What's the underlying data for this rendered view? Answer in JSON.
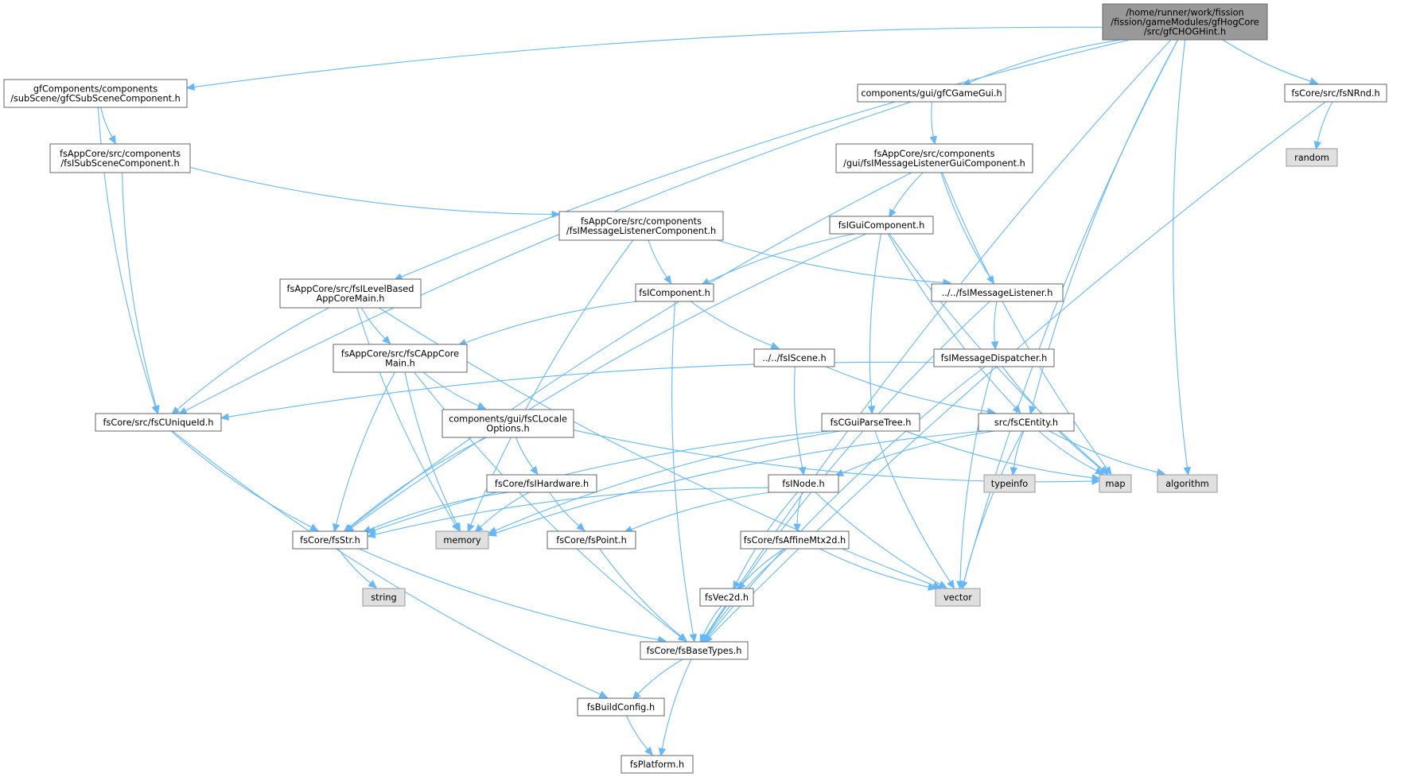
{
  "nodes": [
    {
      "id": "root",
      "lines": [
        "/home/runner/work/fission",
        "/fission/gameModules/gfHogCore",
        "/src/gfCHOGHint.h"
      ],
      "kind": "root"
    },
    {
      "id": "gfCSubScene",
      "lines": [
        "gfComponents/components",
        "/subScene/gfCSubSceneComponent.h"
      ],
      "kind": "file"
    },
    {
      "id": "gfCGameGui",
      "lines": [
        "components/gui/gfCGameGui.h"
      ],
      "kind": "file"
    },
    {
      "id": "fsNRnd",
      "lines": [
        "fsCore/src/fsNRnd.h"
      ],
      "kind": "file"
    },
    {
      "id": "random",
      "lines": [
        "random"
      ],
      "kind": "sys"
    },
    {
      "id": "fsISubScene",
      "lines": [
        "fsAppCore/src/components",
        "/fsISubSceneComponent.h"
      ],
      "kind": "file"
    },
    {
      "id": "fsIMsgListenerGui",
      "lines": [
        "fsAppCore/src/components",
        "/gui/fsIMessageListenerGuiComponent.h"
      ],
      "kind": "file"
    },
    {
      "id": "fsIGuiComponent",
      "lines": [
        "fsIGuiComponent.h"
      ],
      "kind": "file"
    },
    {
      "id": "fsIMsgListenerComp",
      "lines": [
        "fsAppCore/src/components",
        "/fsIMessageListenerComponent.h"
      ],
      "kind": "file"
    },
    {
      "id": "fsILevelBased",
      "lines": [
        "fsAppCore/src/fsILevelBased",
        "AppCoreMain.h"
      ],
      "kind": "file"
    },
    {
      "id": "fsIComponent",
      "lines": [
        "fsIComponent.h"
      ],
      "kind": "file"
    },
    {
      "id": "fsIMessageListener",
      "lines": [
        "../../fsIMessageListener.h"
      ],
      "kind": "file"
    },
    {
      "id": "fsCAppCoreMain",
      "lines": [
        "fsAppCore/src/fsCAppCore",
        "Main.h"
      ],
      "kind": "file"
    },
    {
      "id": "fsIScene",
      "lines": [
        "../../fsIScene.h"
      ],
      "kind": "file"
    },
    {
      "id": "fsIMessageDispatcher",
      "lines": [
        "fsIMessageDispatcher.h"
      ],
      "kind": "file"
    },
    {
      "id": "fsCUniqueId",
      "lines": [
        "fsCore/src/fsCUniqueId.h"
      ],
      "kind": "file"
    },
    {
      "id": "fsCLocaleOptions",
      "lines": [
        "components/gui/fsCLocale",
        "Options.h"
      ],
      "kind": "file"
    },
    {
      "id": "fsCGuiParseTree",
      "lines": [
        "fsCGuiParseTree.h"
      ],
      "kind": "file"
    },
    {
      "id": "fsCEntity",
      "lines": [
        "src/fsCEntity.h"
      ],
      "kind": "file"
    },
    {
      "id": "fsIHardware",
      "lines": [
        "fsCore/fsIHardware.h"
      ],
      "kind": "file"
    },
    {
      "id": "fsINode",
      "lines": [
        "fsINode.h"
      ],
      "kind": "file"
    },
    {
      "id": "typeinfo",
      "lines": [
        "typeinfo"
      ],
      "kind": "sys"
    },
    {
      "id": "map",
      "lines": [
        "map"
      ],
      "kind": "sys"
    },
    {
      "id": "algorithm",
      "lines": [
        "algorithm"
      ],
      "kind": "sys"
    },
    {
      "id": "fsStr",
      "lines": [
        "fsCore/fsStr.h"
      ],
      "kind": "file"
    },
    {
      "id": "memory",
      "lines": [
        "memory"
      ],
      "kind": "sys"
    },
    {
      "id": "fsPoint",
      "lines": [
        "fsCore/fsPoint.h"
      ],
      "kind": "file"
    },
    {
      "id": "fsAffineMtx2d",
      "lines": [
        "fsCore/fsAffineMtx2d.h"
      ],
      "kind": "file"
    },
    {
      "id": "string",
      "lines": [
        "string"
      ],
      "kind": "sys"
    },
    {
      "id": "vector",
      "lines": [
        "vector"
      ],
      "kind": "sys"
    },
    {
      "id": "fsVec2d",
      "lines": [
        "fsVec2d.h"
      ],
      "kind": "file"
    },
    {
      "id": "fsBaseTypes",
      "lines": [
        "fsCore/fsBaseTypes.h"
      ],
      "kind": "file"
    },
    {
      "id": "fsBuildConfig",
      "lines": [
        "fsBuildConfig.h"
      ],
      "kind": "file"
    },
    {
      "id": "fsPlatform",
      "lines": [
        "fsPlatform.h"
      ],
      "kind": "file"
    }
  ],
  "edges": [
    [
      "root",
      "gfCSubScene"
    ],
    [
      "root",
      "gfCGameGui"
    ],
    [
      "root",
      "fsNRnd"
    ],
    [
      "root",
      "fsILevelBased"
    ],
    [
      "root",
      "fsCEntity"
    ],
    [
      "root",
      "algorithm"
    ],
    [
      "root",
      "vector"
    ],
    [
      "root",
      "fsBaseTypes"
    ],
    [
      "fsNRnd",
      "random"
    ],
    [
      "fsNRnd",
      "fsBaseTypes"
    ],
    [
      "gfCSubScene",
      "fsISubScene"
    ],
    [
      "gfCSubScene",
      "fsCUniqueId"
    ],
    [
      "gfCGameGui",
      "fsIMsgListenerGui"
    ],
    [
      "gfCGameGui",
      "fsCUniqueId"
    ],
    [
      "fsISubScene",
      "fsIMsgListenerComp"
    ],
    [
      "fsISubScene",
      "fsCUniqueId"
    ],
    [
      "fsIMsgListenerGui",
      "fsIGuiComponent"
    ],
    [
      "fsIMsgListenerGui",
      "fsIMessageListener"
    ],
    [
      "fsIMsgListenerGui",
      "map"
    ],
    [
      "fsIMsgListenerGui",
      "fsStr"
    ],
    [
      "fsIMsgListenerComp",
      "fsIComponent"
    ],
    [
      "fsIMsgListenerComp",
      "fsIMessageListener"
    ],
    [
      "fsIMsgListenerComp",
      "memory"
    ],
    [
      "fsIGuiComponent",
      "fsIComponent"
    ],
    [
      "fsIGuiComponent",
      "fsCGuiParseTree"
    ],
    [
      "fsIGuiComponent",
      "fsCEntity"
    ],
    [
      "fsIGuiComponent",
      "map"
    ],
    [
      "fsIGuiComponent",
      "fsStr"
    ],
    [
      "fsILevelBased",
      "fsCAppCoreMain"
    ],
    [
      "fsILevelBased",
      "fsCUniqueId"
    ],
    [
      "fsILevelBased",
      "memory"
    ],
    [
      "fsILevelBased",
      "vector"
    ],
    [
      "fsIComponent",
      "fsCAppCoreMain"
    ],
    [
      "fsIComponent",
      "fsIScene"
    ],
    [
      "fsIComponent",
      "fsBaseTypes"
    ],
    [
      "fsIMessageListener",
      "fsIMessageDispatcher"
    ],
    [
      "fsIMessageListener",
      "fsBaseTypes"
    ],
    [
      "fsCAppCoreMain",
      "fsCLocaleOptions"
    ],
    [
      "fsCAppCoreMain",
      "fsStr"
    ],
    [
      "fsCAppCoreMain",
      "memory"
    ],
    [
      "fsCAppCoreMain",
      "fsBaseTypes"
    ],
    [
      "fsIScene",
      "fsCEntity"
    ],
    [
      "fsIScene",
      "fsINode"
    ],
    [
      "fsIMessageDispatcher",
      "fsCUniqueId"
    ],
    [
      "fsIMessageDispatcher",
      "map"
    ],
    [
      "fsIMessageDispatcher",
      "vector"
    ],
    [
      "fsIMessageDispatcher",
      "fsBaseTypes"
    ],
    [
      "fsCUniqueId",
      "fsStr"
    ],
    [
      "fsCUniqueId",
      "fsBuildConfig"
    ],
    [
      "fsCLocaleOptions",
      "fsIHardware"
    ],
    [
      "fsCLocaleOptions",
      "map"
    ],
    [
      "fsCLocaleOptions",
      "fsStr"
    ],
    [
      "fsCGuiParseTree",
      "fsStr"
    ],
    [
      "fsCGuiParseTree",
      "map"
    ],
    [
      "fsCGuiParseTree",
      "vector"
    ],
    [
      "fsCGuiParseTree",
      "memory"
    ],
    [
      "fsCEntity",
      "fsINode"
    ],
    [
      "fsCEntity",
      "typeinfo"
    ],
    [
      "fsCEntity",
      "map"
    ],
    [
      "fsCEntity",
      "algorithm"
    ],
    [
      "fsCEntity",
      "vector"
    ],
    [
      "fsCEntity",
      "memory"
    ],
    [
      "fsIHardware",
      "fsStr"
    ],
    [
      "fsIHardware",
      "memory"
    ],
    [
      "fsIHardware",
      "fsPoint"
    ],
    [
      "fsINode",
      "fsStr"
    ],
    [
      "fsINode",
      "fsPoint"
    ],
    [
      "fsINode",
      "fsAffineMtx2d"
    ],
    [
      "fsINode",
      "fsVec2d"
    ],
    [
      "fsINode",
      "vector"
    ],
    [
      "fsStr",
      "string"
    ],
    [
      "fsStr",
      "fsBaseTypes"
    ],
    [
      "fsPoint",
      "fsBaseTypes"
    ],
    [
      "fsAffineMtx2d",
      "fsVec2d"
    ],
    [
      "fsAffineMtx2d",
      "vector"
    ],
    [
      "fsAffineMtx2d",
      "fsBaseTypes"
    ],
    [
      "fsVec2d",
      "fsBaseTypes"
    ],
    [
      "fsBaseTypes",
      "fsBuildConfig"
    ],
    [
      "fsBaseTypes",
      "fsPlatform"
    ],
    [
      "fsBuildConfig",
      "fsPlatform"
    ]
  ]
}
